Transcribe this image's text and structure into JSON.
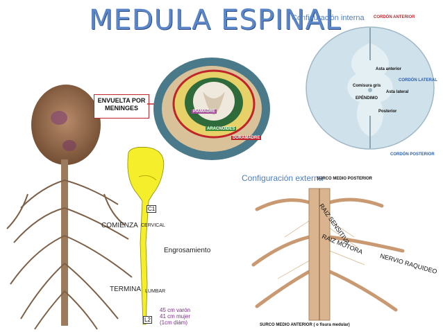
{
  "title": "MEDULA ESPINAL",
  "meninges": {
    "box_line1": "ENVUELTA POR",
    "box_line2": "MENINGES",
    "piamadre": "PIAMADRE",
    "aracnoides": "ARACNOIDES",
    "duramadre": "DURAMADRE"
  },
  "internal": {
    "heading": "Configuración interna",
    "cordon_anterior": "CORDÓN ANTERIOR",
    "asta_anterior": "Asta anterior",
    "cordon_lateral": "CORDÓN LATERAL",
    "comisura_gris": "Comisura gris",
    "asta_lateral": "Asta lateral",
    "ependimo": "EPÉNDIMO",
    "posterior": "Posterior",
    "cordon_posterior": "CORDÓN POSTERIOR"
  },
  "external": {
    "heading": "Configuración externa",
    "surco_posterior": "SURCO MEDIO POSTERIOR",
    "raiz_sensitiva": "RAIZ SENSITIVA",
    "raiz_motora": "RAIZ MOTORA",
    "nervio_raquideo": "NERVIO RAQUIDEO",
    "surco_anterior": "SURCO MEDIO ANTERIOR ( o fisura medular)"
  },
  "cord": {
    "c1": "C1",
    "comienza": "COMIENZA",
    "cervical": "CERVICAL",
    "engrosamiento": "Engrosamiento",
    "termina": "TERMINA",
    "lumbar": "LUMBAR",
    "l2": "L2",
    "len_varon": "45 cm varón",
    "len_mujer": "41 cm mujer",
    "diam": "(1cm diám)"
  },
  "colors": {
    "title": "#5b86c8",
    "accent_red": "#c0242b",
    "cord_yellow": "#f5ee2a",
    "section_bg": "#cfe1ea",
    "purple_text": "#7a2a8a"
  }
}
